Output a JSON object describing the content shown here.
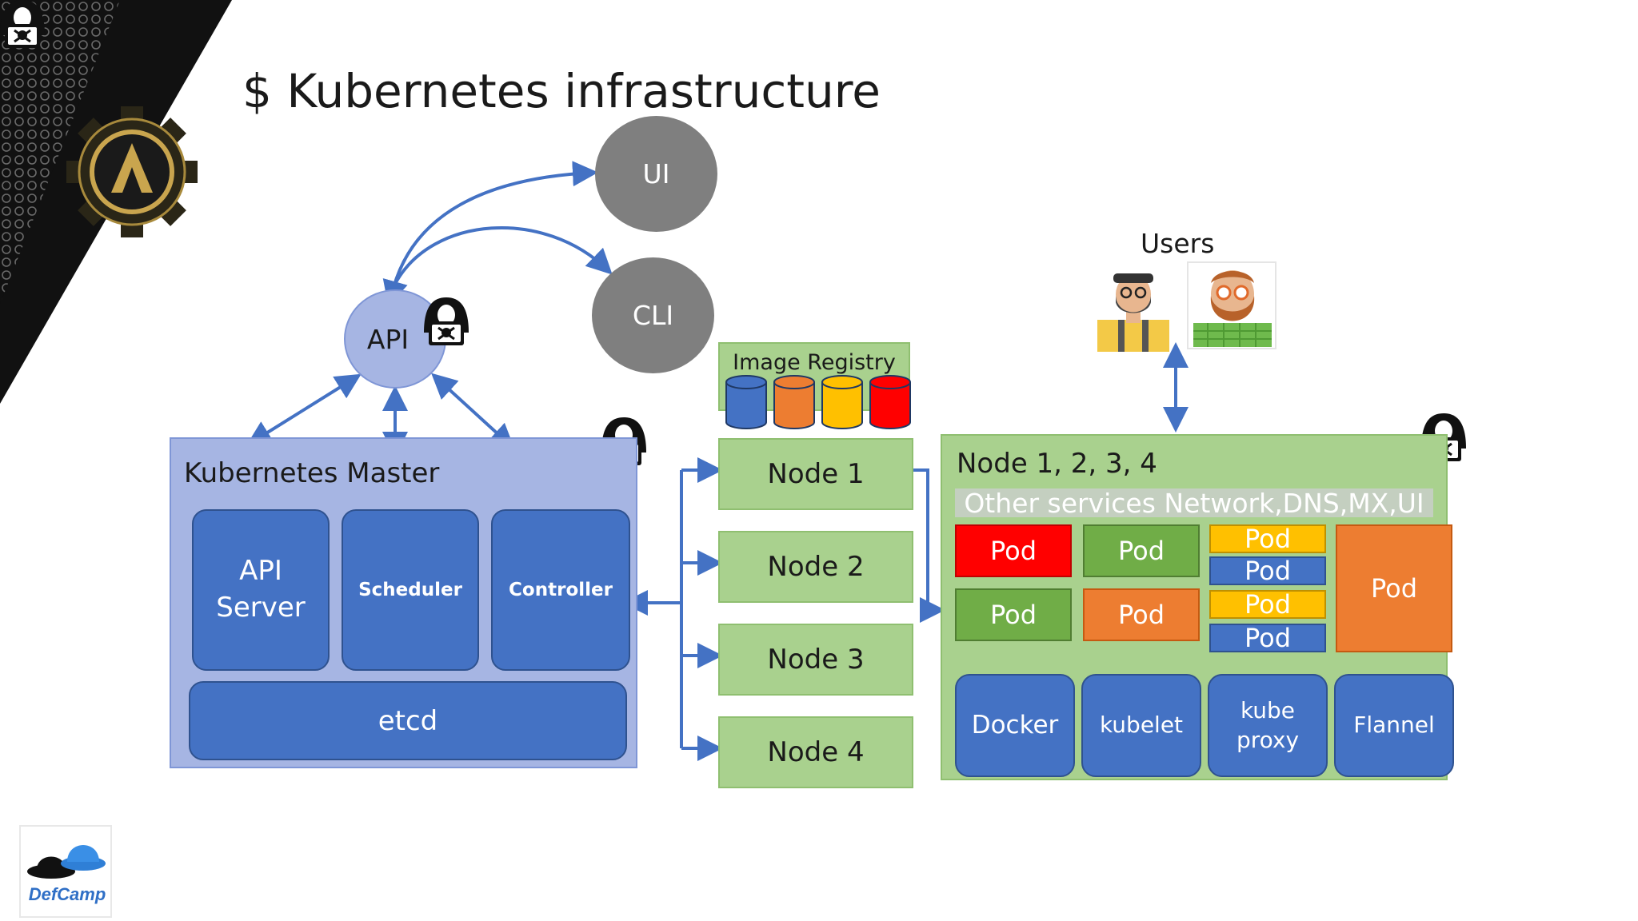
{
  "title": "$ Kubernetes infrastructure",
  "clients": {
    "ui": "UI",
    "cli": "CLI",
    "api": "API"
  },
  "master": {
    "title": "Kubernetes Master",
    "api_server_line1": "API",
    "api_server_line2": "Server",
    "scheduler": "Scheduler",
    "controller": "Controller",
    "etcd": "etcd"
  },
  "registry": {
    "label": "Image Registry",
    "colors": [
      "#4472c4",
      "#ed7d31",
      "#ffc000",
      "#ff0000"
    ]
  },
  "nodes": [
    "Node 1",
    "Node 2",
    "Node 3",
    "Node 4"
  ],
  "workers": {
    "title": "Node 1, 2, 3, 4",
    "services_bar": "Other services Network,DNS,MX,UI",
    "pod_label": "Pod",
    "docker": "Docker",
    "kubelet": "kubelet",
    "kube_proxy_line1": "kube",
    "kube_proxy_line2": "proxy",
    "flannel": "Flannel"
  },
  "users": {
    "label": "Users"
  },
  "colors": {
    "blue": "#4472c4",
    "green": "#70ad47",
    "red": "#ff0000",
    "orange": "#ed7d31",
    "yellow": "#ffc000",
    "gray": "#7f7f7f"
  },
  "icons": [
    "hacker-icon",
    "gear-logo-icon",
    "defcamp-logo-icon",
    "user-avatar-icon",
    "database-icon"
  ]
}
